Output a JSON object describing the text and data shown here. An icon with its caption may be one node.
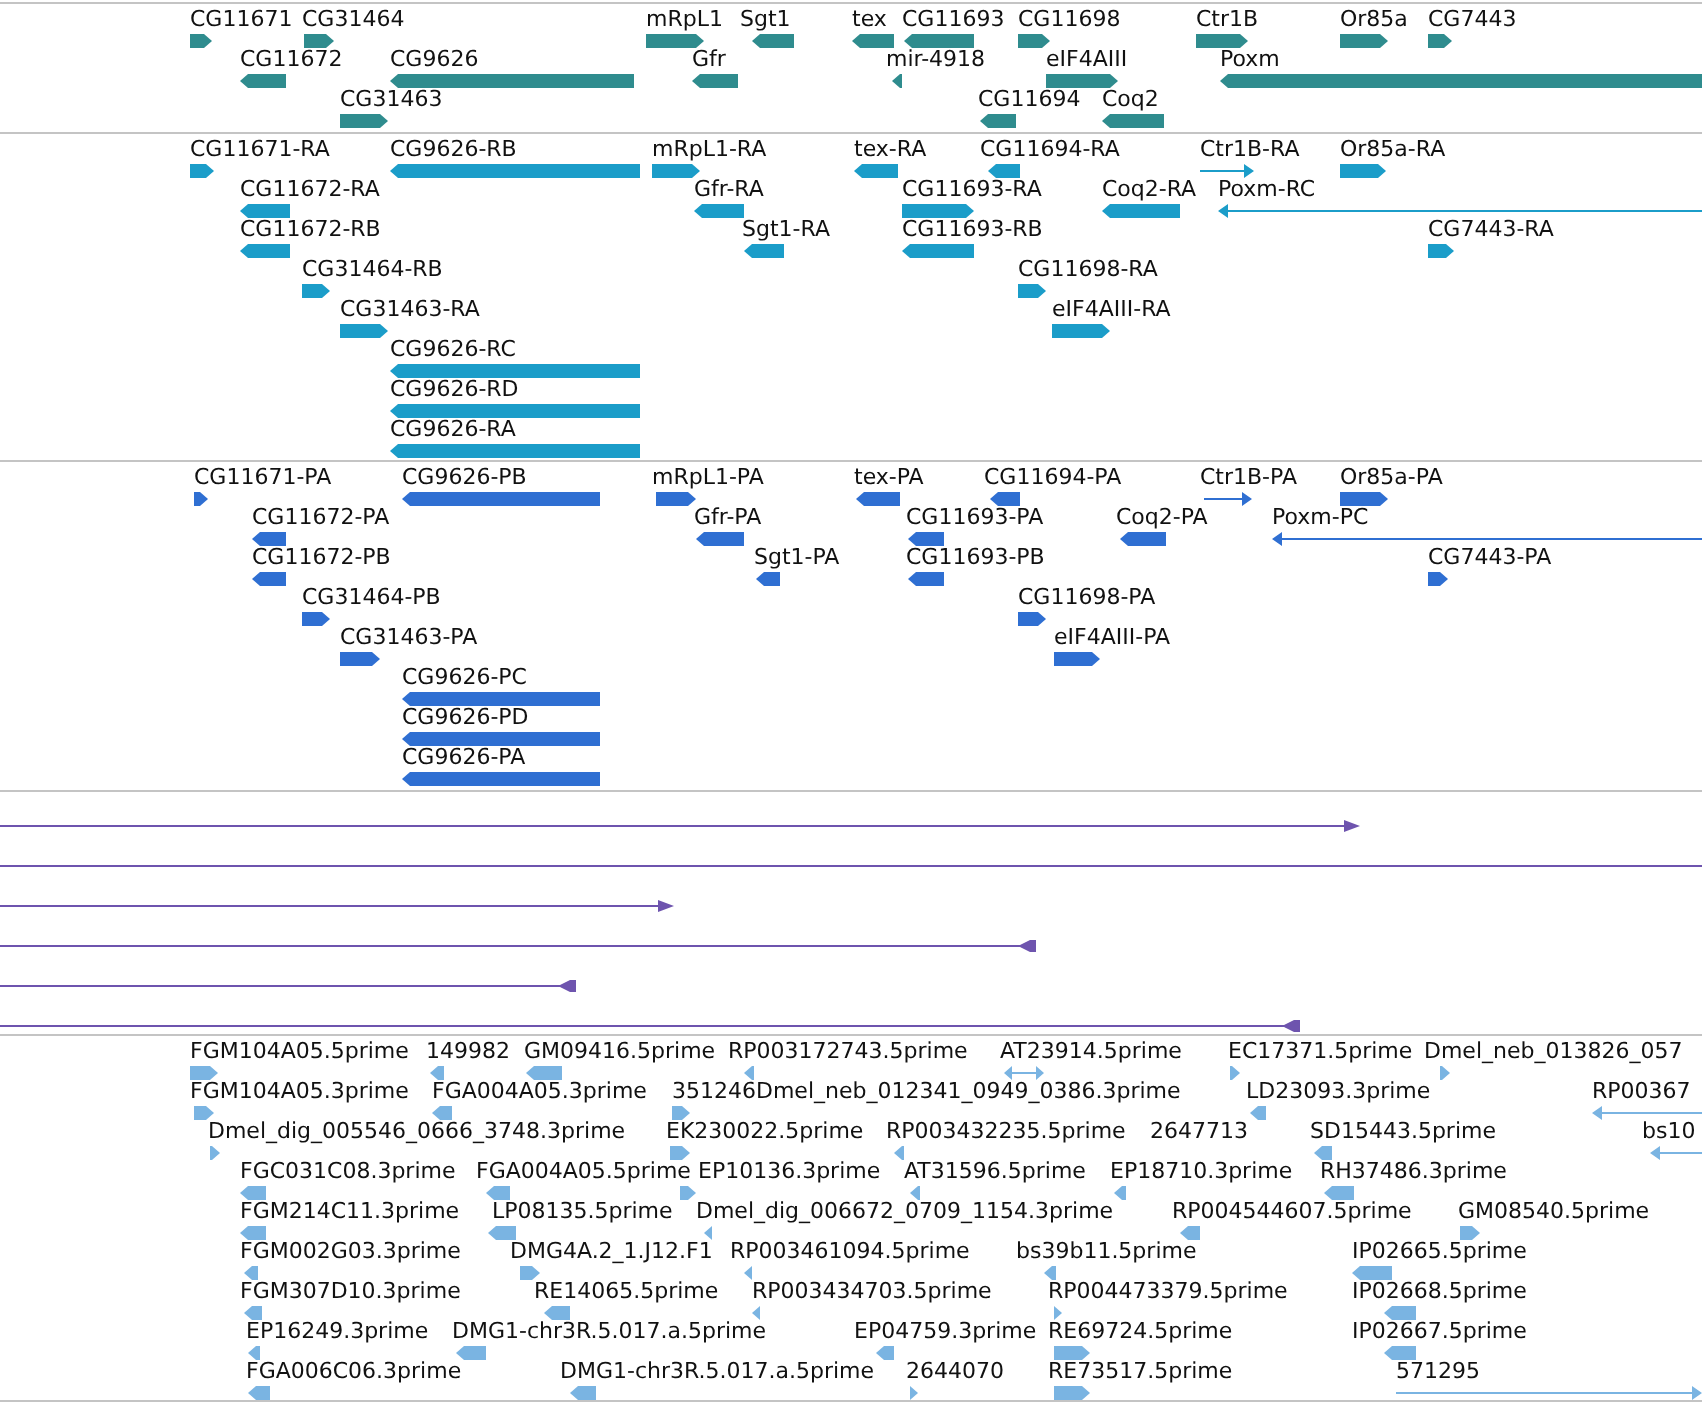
{
  "diagram": {
    "labels": [
      "CG11671",
      "CG31464",
      "mRpL1",
      "Sgt1",
      "tex",
      "CG11693",
      "CG11698",
      "Ctr1B",
      "Or85a",
      "CG7443",
      "CG11672",
      "CG9626",
      "Gfr",
      "mir-4918",
      "eIF4AIII",
      "Poxm",
      "CG31463",
      "CG11694",
      "Coq2",
      "CG11671-RA",
      "CG9626-RB",
      "mRpL1-RA",
      "tex-RA",
      "CG11694-RA",
      "Ctr1B-RA",
      "Or85a-RA",
      "CG11672-RA",
      "Gfr-RA",
      "CG11693-RA",
      "Coq2-RA",
      "Poxm-RC",
      "CG11672-RB",
      "Sgt1-RA",
      "CG11693-RB",
      "CG7443-RA",
      "CG31464-RB",
      "CG11698-RA",
      "CG31463-RA",
      "eIF4AIII-RA",
      "CG9626-RC",
      "CG9626-RD",
      "CG9626-RA",
      "CG11671-PA",
      "CG9626-PB",
      "mRpL1-PA",
      "tex-PA",
      "CG11694-PA",
      "Ctr1B-PA",
      "Or85a-PA",
      "CG11672-PA",
      "Gfr-PA",
      "CG11693-PA",
      "Coq2-PA",
      "Poxm-PC",
      "CG11672-PB",
      "Sgt1-PA",
      "CG11693-PB",
      "CG7443-PA",
      "CG31464-PB",
      "CG11698-PA",
      "CG31463-PA",
      "eIF4AIII-PA",
      "CG9626-PC",
      "CG9626-PD",
      "CG9626-PA",
      "FGM104A05.5prime",
      "149982",
      "GM09416.5prime",
      "RP003172743.5prime",
      "AT23914.5prime",
      "EC17371.5prime",
      "Dmel_neb_013826_057",
      "FGM104A05.3prime",
      "FGA004A05.3prime",
      "351246",
      "Dmel_neb_012341_0949_0386.3prime",
      "LD23093.3prime",
      "RP00367",
      "Dmel_dig_005546_0666_3748.3prime",
      "EK230022.5prime",
      "RP003432235.5prime",
      "2647713",
      "SD15443.5prime",
      "bs10",
      "FGC031C08.3prime",
      "FGA004A05.5prime",
      "EP10136.3prime",
      "AT31596.5prime",
      "EP18710.3prime",
      "RH37486.3prime",
      "FGM214C11.3prime",
      "LP08135.5prime",
      "Dmel_dig_006672_0709_1154.3prime",
      "RP004544607.5prime",
      "GM08540.5prime",
      "FGM002G03.3prime",
      "DMG4A.2_1.J12.F1",
      "RP003461094.5prime",
      "bs39b11.5prime",
      "IP02665.5prime",
      "FGM307D10.3prime",
      "RE14065.5prime",
      "RP003434703.5prime",
      "RP004473379.5prime",
      "IP02668.5prime",
      "EP16249.3prime",
      "DMG1-chr3R.5.017.a.5prime",
      "EP04759.3prime",
      "RE69724.5prime",
      "IP02667.5prime",
      "FGA006C06.3prime",
      "DMG1-chr3R.5.017.a.5prime",
      "2644070",
      "RE73517.5prime",
      "571295"
    ]
  }
}
